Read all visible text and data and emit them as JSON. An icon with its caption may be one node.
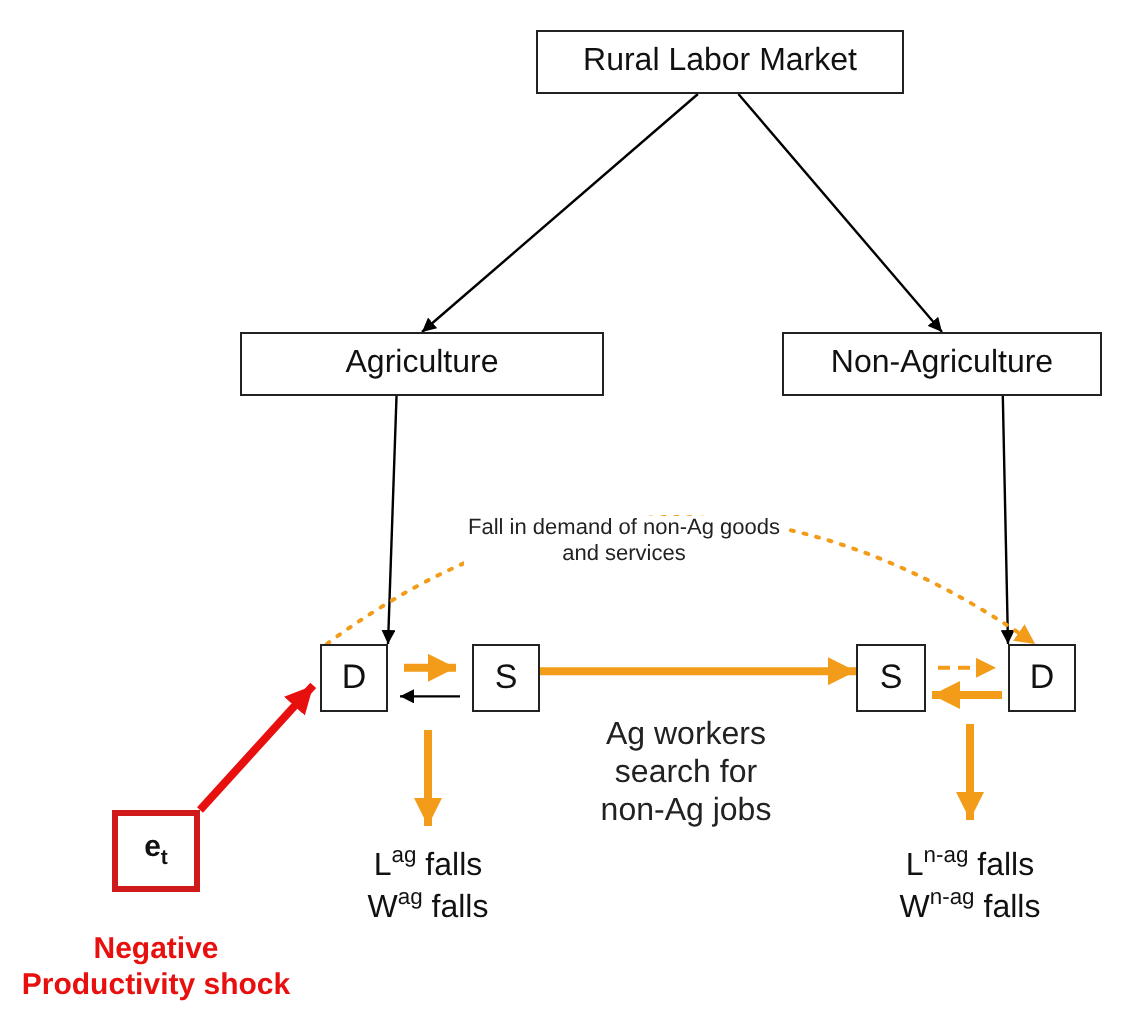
{
  "diagram": {
    "nodes": [
      {
        "text": [
          "Rural Labor Market"
        ]
      },
      {
        "text": [
          "Agriculture"
        ]
      },
      {
        "text": [
          "Non-Agriculture"
        ]
      },
      {
        "text": [
          "D"
        ]
      },
      {
        "text": [
          "S"
        ]
      },
      {
        "text": [
          "S"
        ]
      },
      {
        "text": [
          "D"
        ]
      },
      {
        "text": [
          "e$_{t}$"
        ],
        "beside": [
          "Negative Productivity shock"
        ]
      },
      {
        "text": [
          "L$^{ag}$ falls W$^{ag}$ falls"
        ]
      },
      {
        "text": [
          "L$^{n-ag}$ falls W$^{n-ag}$ falls"
        ]
      }
    ],
    "edges": [
      {
        "from": 0,
        "to": 1,
        "arrow": "to",
        "color": "#000000"
      },
      {
        "from": 0,
        "to": 2,
        "arrow": "to",
        "color": "#000000"
      },
      {
        "from": 1,
        "to": 3,
        "arrow": "to",
        "color": "#000000"
      },
      {
        "from": 2,
        "to": 6,
        "arrow": "to",
        "color": "#000000"
      },
      {
        "from": 3,
        "to": 4,
        "arrow": "to",
        "style": "thick"
      },
      {
        "from": 4,
        "to": 3,
        "arrow": "to",
        "color": "#000000"
      },
      {
        "from": 4,
        "to": 5,
        "arrow": "to",
        "style": "thick",
        "label": "Ag workers search for non-Ag jobs"
      },
      {
        "from": 5,
        "to": 6,
        "arrow": "to",
        "style": "dashed"
      },
      {
        "from": 6,
        "to": 5,
        "arrow": "to",
        "style": "thick"
      },
      {
        "from": 3,
        "to": 6,
        "arrow": "to",
        "style": "dashed",
        "label": "Fall in demand of non-Ag goods and services"
      },
      {
        "from": 7,
        "to": 3,
        "arrow": "to",
        "style": "thick",
        "color": "#e8100f"
      },
      {
        "from": null,
        "to": 8,
        "arrow": "to",
        "style": "thick"
      },
      {
        "from": null,
        "to": 9,
        "arrow": "to",
        "style": "thick"
      }
    ]
  }
}
